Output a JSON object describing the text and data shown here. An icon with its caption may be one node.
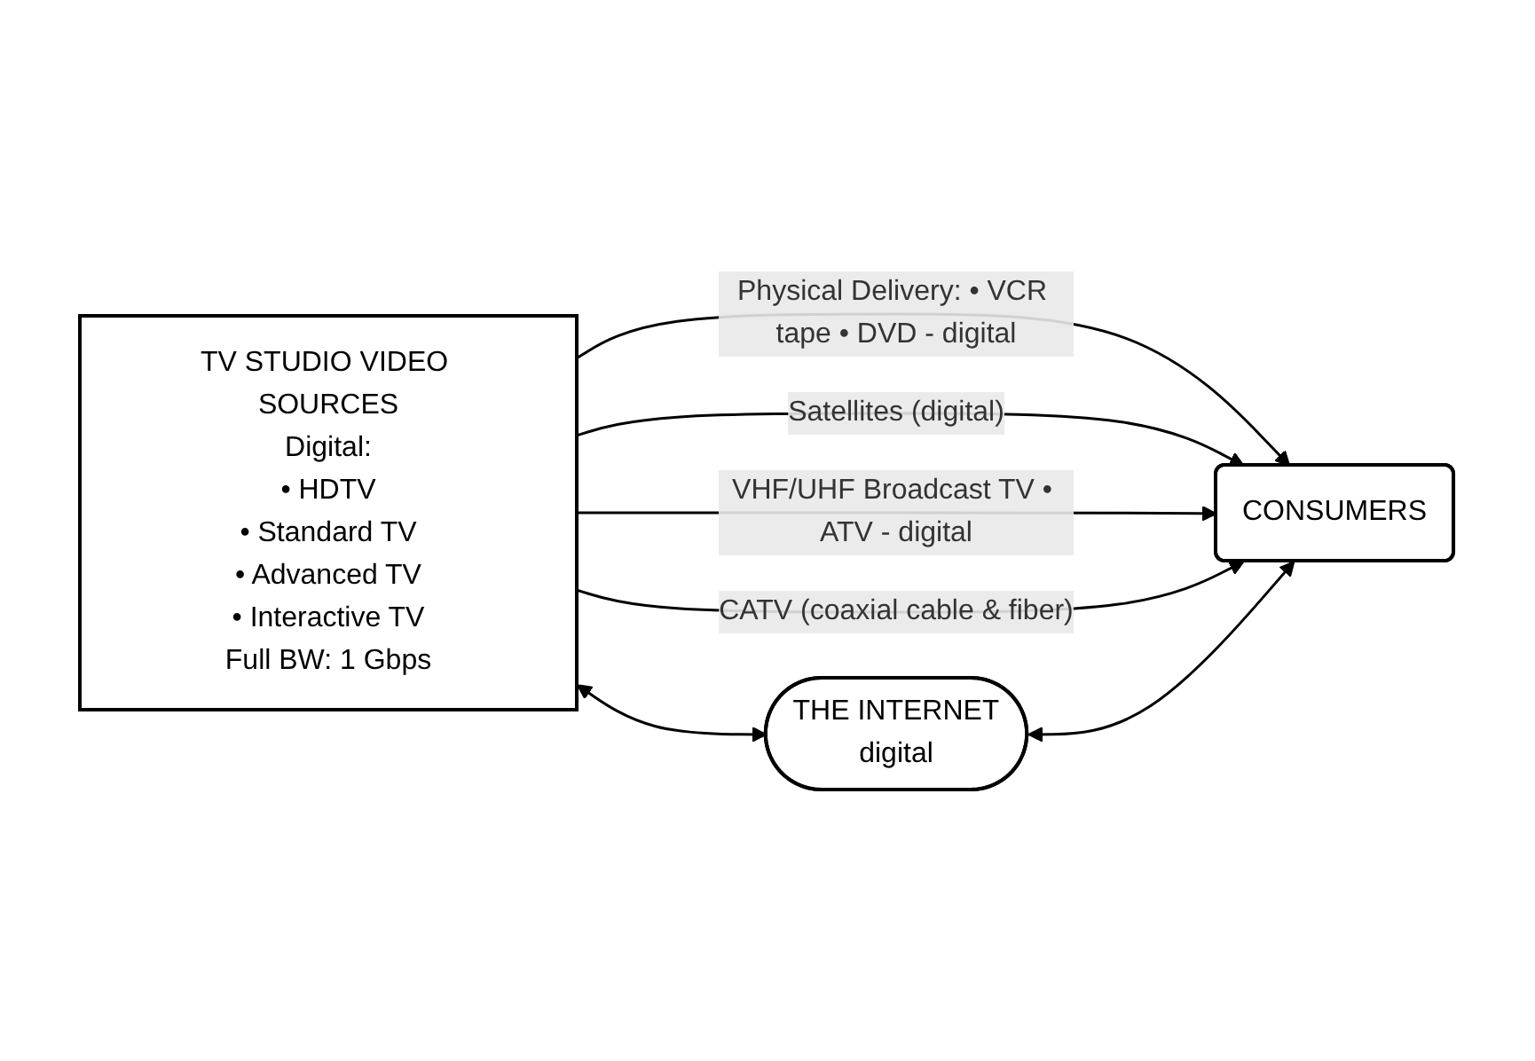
{
  "diagram": {
    "nodes": [
      {
        "text": [
          "TV STUDIO VIDEO SOURCES",
          "Digital:",
          "• HDTV",
          "• Standard TV",
          "• Advanced TV",
          "• Interactive TV",
          "Full BW: 1 Gbps"
        ]
      },
      {
        "text": [
          "CONSUMERS"
        ]
      },
      {
        "text": [
          "THE INTERNET",
          "digital"
        ]
      }
    ],
    "edges": [
      {
        "from": 0,
        "to": 1,
        "arrow": "to",
        "label": "Physical Delivery: • VCR tape • DVD - digital"
      },
      {
        "from": 0,
        "to": 1,
        "arrow": "to",
        "label": "Satellites (digital)"
      },
      {
        "from": 0,
        "to": 1,
        "arrow": "to",
        "label": "VHF/UHF Broadcast TV • ATV - digital"
      },
      {
        "from": 0,
        "to": 1,
        "arrow": "to",
        "label": "CATV (coaxial cable & fiber)"
      },
      {
        "from": 0,
        "to": 2,
        "arrow": "both"
      },
      {
        "from": 2,
        "to": 1,
        "arrow": "both"
      }
    ]
  }
}
